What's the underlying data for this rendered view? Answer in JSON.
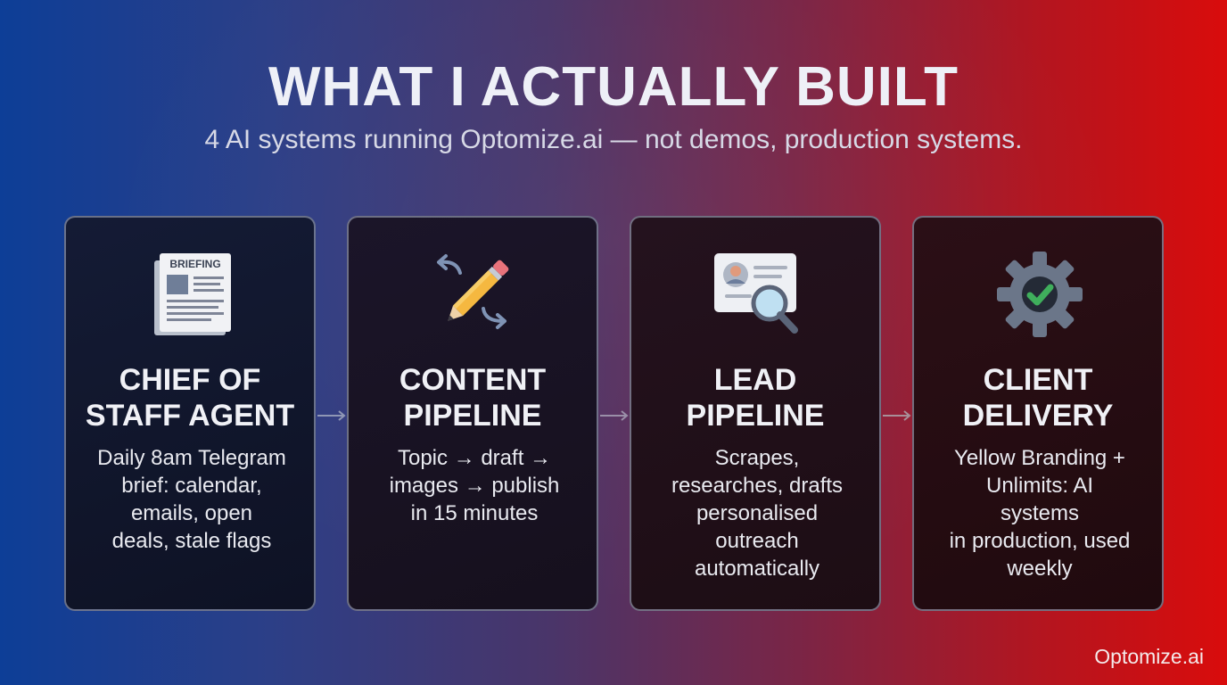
{
  "header": {
    "title": "WHAT I ACTUALLY BUILT",
    "subtitle": "4 AI systems running Optomize.ai — not demos, production systems."
  },
  "cards": [
    {
      "title": "CHIEF OF\nSTAFF AGENT",
      "description": "Daily 8am Telegram\nbrief: calendar,\nemails, open\ndeals, stale flags",
      "icon": "newspaper-briefing-icon",
      "icon_label": "BRIEFING"
    },
    {
      "title": "CONTENT\nPIPELINE",
      "description": "Topic → draft →\nimages → publish\nin 15 minutes",
      "icon": "pencil-icon"
    },
    {
      "title": "LEAD\nPIPELINE",
      "description": "Scrapes,\nresearches, drafts\npersonalised\noutreach\nautomatically",
      "icon": "profile-search-icon"
    },
    {
      "title": "CLIENT\nDELIVERY",
      "description": "Yellow Branding +\nUnlimits: AI\nsystems\nin production, used\nweekly",
      "icon": "gear-check-icon"
    }
  ],
  "footer": {
    "brand": "Optomize.ai"
  },
  "colors": {
    "gradient_left": "#0d3e97",
    "gradient_right": "#d90c0c",
    "check_green": "#3fae5c",
    "pencil_yellow": "#f5b840"
  }
}
